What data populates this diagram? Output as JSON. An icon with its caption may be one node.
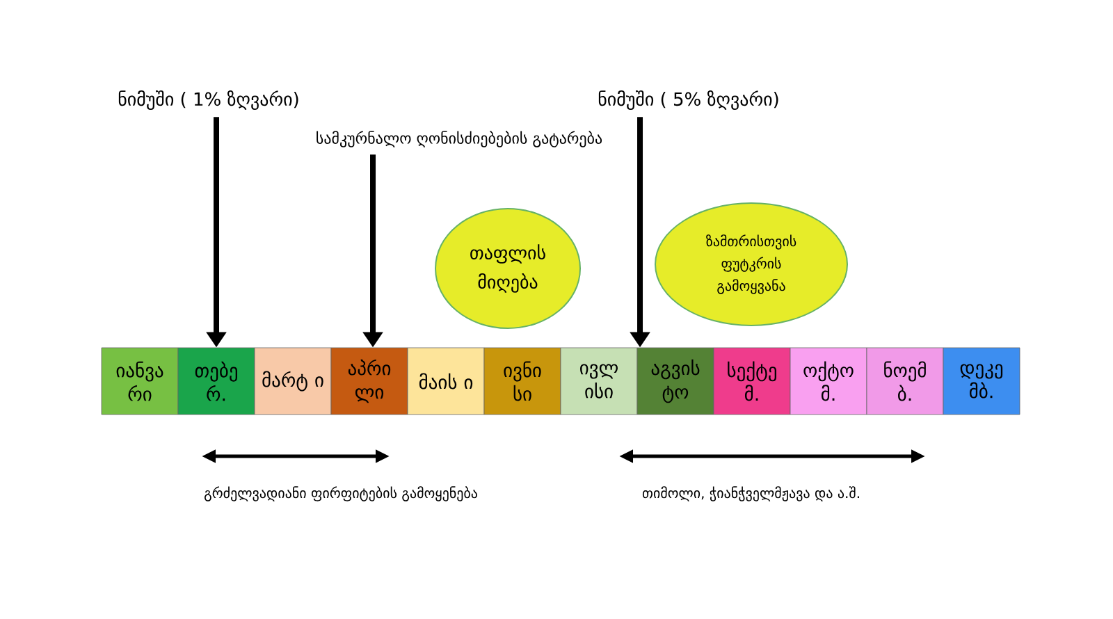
{
  "diagram": {
    "nodes": [
      {
        "text": [
          "იანვა რი"
        ]
      },
      {
        "text": [
          "თებე რ."
        ]
      },
      {
        "text": [
          "მარტ ი"
        ]
      },
      {
        "text": [
          "აპრი ლი"
        ]
      },
      {
        "text": [
          "მაის ი"
        ]
      },
      {
        "text": [
          "ივნი სი"
        ]
      },
      {
        "text": [
          "ივლ ისი"
        ]
      },
      {
        "text": [
          "აგვის ტო"
        ]
      },
      {
        "text": [
          "სექტე მ."
        ]
      },
      {
        "text": [
          "ოქტო მ."
        ]
      },
      {
        "text": [
          "ნოემ ბ."
        ]
      },
      {
        "text": [
          "დეკე მბ."
        ]
      },
      {
        "text": [
          "ნიმუში ( 1% ზღვარი)"
        ]
      },
      {
        "text": [
          "სამკურნალო ღონისძიებების გატარება"
        ]
      },
      {
        "text": [
          "ნიმუში ( 5% ზღვარი)"
        ]
      },
      {
        "text": [
          "თაფლის მიღება"
        ]
      },
      {
        "text": [
          "ზამთრისთვის ფუტკრის გამოყვანა"
        ]
      }
    ],
    "edges": [
      {
        "from": 12,
        "to": 1,
        "arrow": "to"
      },
      {
        "from": 13,
        "to": 3,
        "arrow": "to"
      },
      {
        "from": 14,
        "to": 7,
        "arrow": "to"
      }
    ],
    "labels": [
      "გრძელვადიანი ფირფიტების გამოყენება",
      "თიმოლი, ჭიანჭველმჟავა და ა.შ."
    ]
  }
}
